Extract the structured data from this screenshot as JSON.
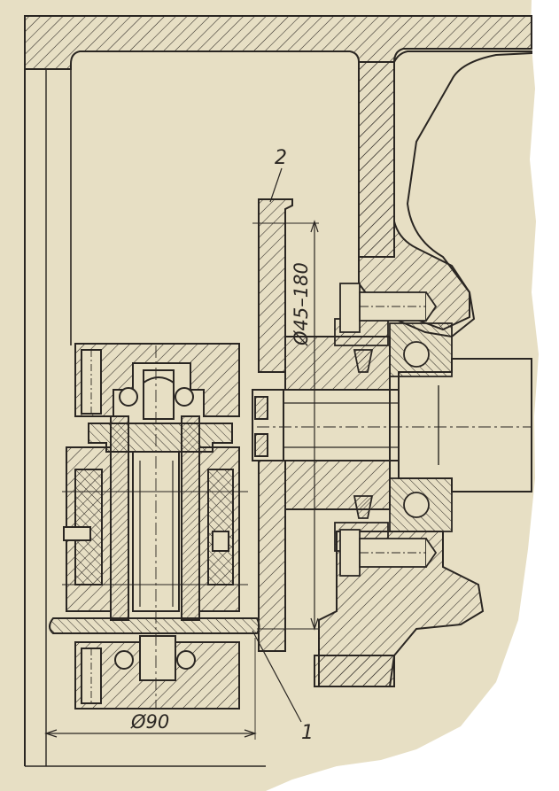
{
  "drawing": {
    "callouts": {
      "part_1": "1",
      "part_2": "2"
    },
    "dimensions": {
      "diameter_range": "Ø45–180",
      "diameter_90": "Ø90"
    },
    "colors": {
      "paper": "#e7dfc4",
      "ink": "#2a2622",
      "page_edge": "#ffffff"
    }
  }
}
